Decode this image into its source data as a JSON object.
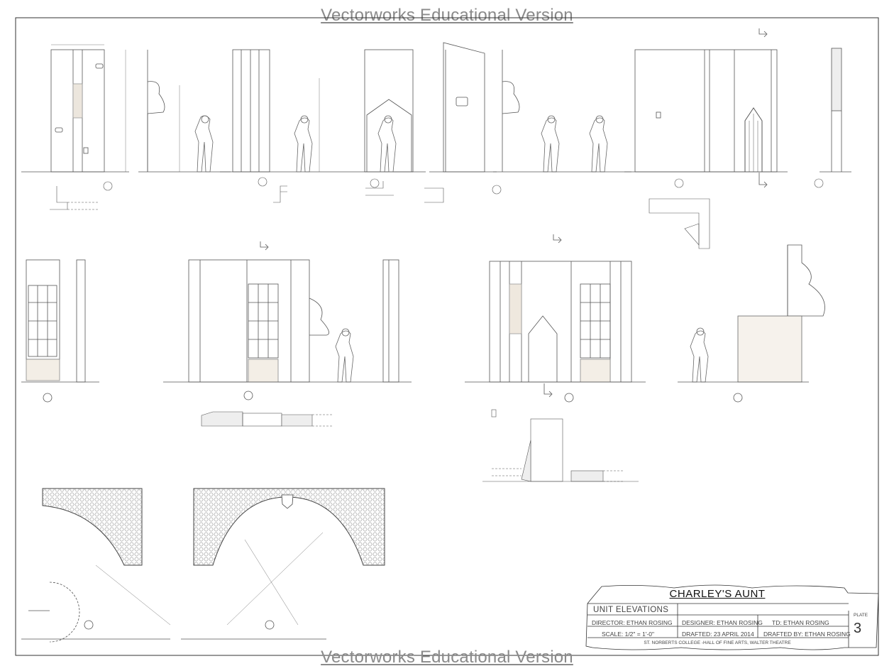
{
  "watermark": "Vectorworks Educational Version",
  "title_block": {
    "show_title": "CHARLEY'S AUNT",
    "sheet_title": "UNIT ELEVATIONS",
    "director": "DIRECTOR: ETHAN ROSING",
    "designer": "DESIGNER: ETHAN ROSING",
    "td": "TD: ETHAN ROSING",
    "scale": "SCALE: 1/2\" = 1'-0\"",
    "drafted": "DRAFTED: 23 APRIL 2014",
    "drafted_by": "DRAFTED BY: ETHAN ROSING",
    "venue": "ST. NORBERTS COLLEGE -HALL OF FINE ARTS, WALTER THEATRE",
    "plate_label": "PLATE",
    "plate_number": "3"
  },
  "colors": {
    "line": "#555555",
    "watermark": "#8a8a8a",
    "background": "#ffffff"
  }
}
